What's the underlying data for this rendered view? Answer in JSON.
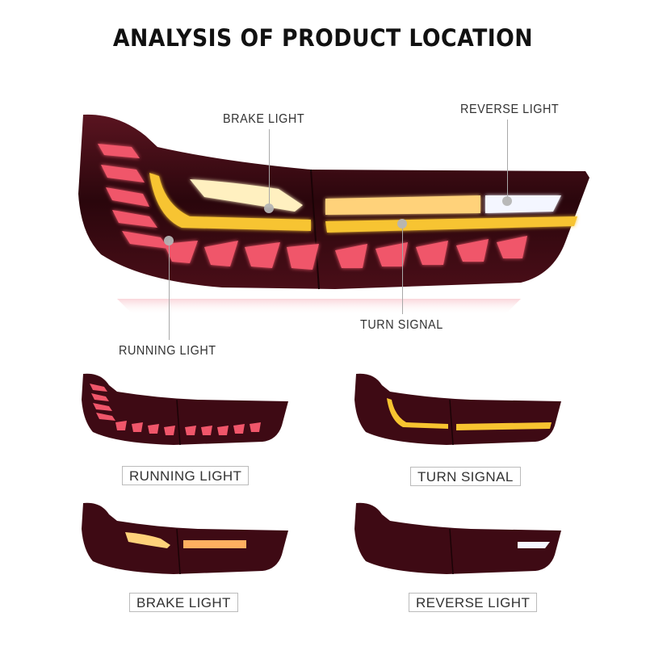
{
  "title": "ANALYSIS OF PRODUCT LOCATION",
  "main_diagram": {
    "callouts": {
      "brake_light": "BRAKE LIGHT",
      "reverse_light": "REVERSE LIGHT",
      "turn_signal": "TURN SIGNAL",
      "running_light": "RUNNING LIGHT"
    }
  },
  "variants": [
    {
      "label": "RUNNING LIGHT",
      "active": "running"
    },
    {
      "label": "TURN SIGNAL",
      "active": "turn"
    },
    {
      "label": "BRAKE LIGHT",
      "active": "brake"
    },
    {
      "label": "REVERSE LIGHT",
      "active": "reverse"
    }
  ],
  "colors": {
    "housing": "#3a0a12",
    "running": "#f0566a",
    "turn": "#f7c430",
    "brake": "#fff0c0",
    "reverse": "#f4f6ff",
    "leader": "#a8a8a8"
  }
}
